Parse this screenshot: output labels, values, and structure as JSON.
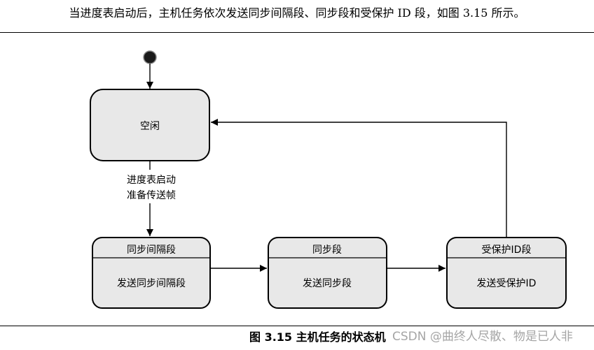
{
  "intro_text": "当进度表启动后，主机任务依次发送同步间隔段、同步段和受保护 ID 段，如图 3.15 所示。",
  "diagram": {
    "states": {
      "idle": {
        "label": "空闲"
      },
      "sync_break": {
        "title": "同步间隔段",
        "action": "发送同步间隔段"
      },
      "sync_field": {
        "title": "同步段",
        "action": "发送同步段"
      },
      "protected_id": {
        "title": "受保护ID段",
        "action": "发送受保护ID"
      }
    },
    "transition_label": {
      "line1": "进度表启动",
      "line2": "准备传送帧"
    }
  },
  "caption": "图 3.15  主机任务的状态机",
  "watermark": "CSDN @曲终人尽散、物是已人非"
}
